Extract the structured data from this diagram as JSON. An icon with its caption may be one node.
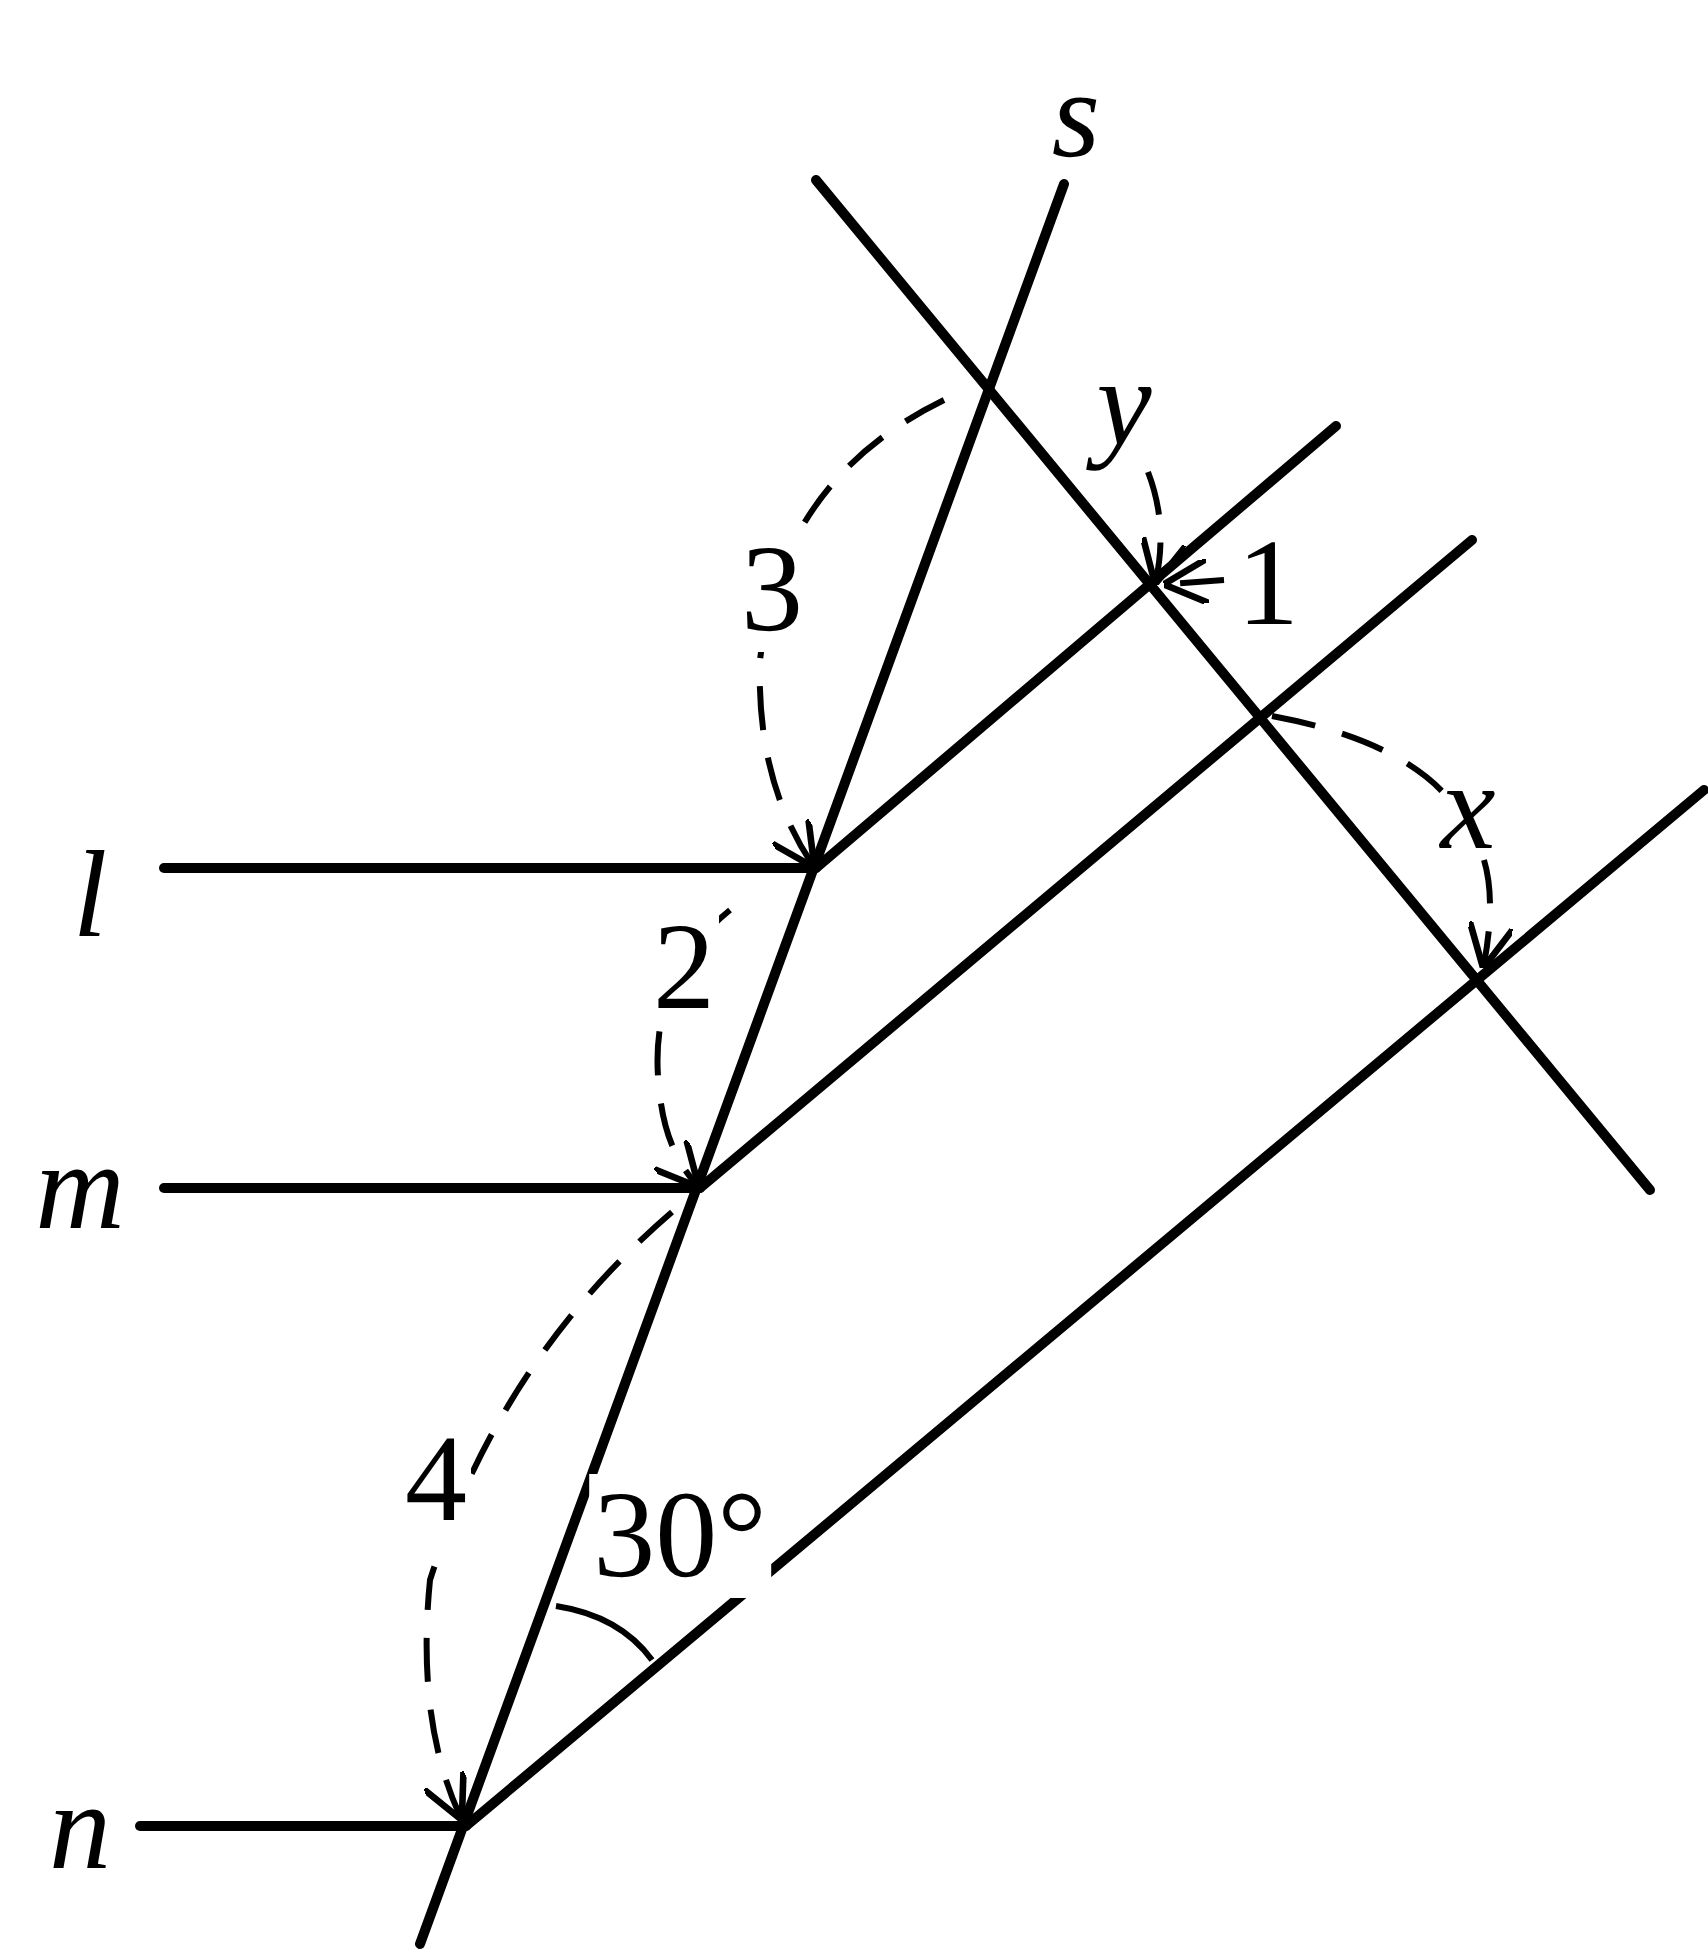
{
  "diagram": {
    "labels": [
      "s",
      "y",
      "3",
      "1",
      "l",
      "x",
      "2",
      "m",
      "4",
      "30°",
      "n"
    ]
  }
}
